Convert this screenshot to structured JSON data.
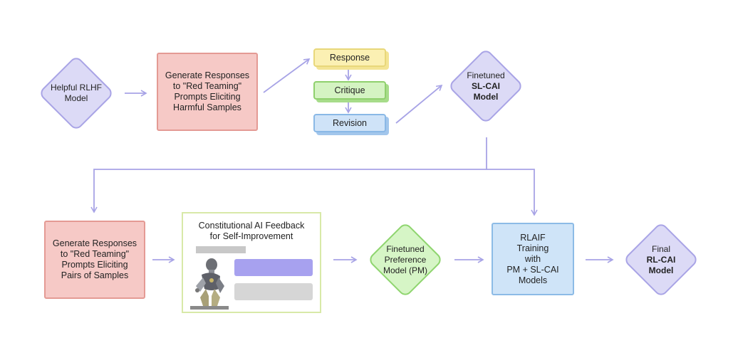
{
  "nodes": {
    "helpful_rlhf": "Helpful RLHF\nModel",
    "generate_harmful": "Generate Responses\nto \"Red Teaming\"\nPrompts Eliciting\nHarmful Samples",
    "response": "Response",
    "critique": "Critique",
    "revision": "Revision",
    "finetuned_sl_cai_line1": "Finetuned",
    "finetuned_sl_cai_line2": "SL-CAI",
    "finetuned_sl_cai_line3": "Model",
    "generate_pairs": "Generate Responses\nto \"Red Teaming\"\nPrompts Eliciting\nPairs of Samples",
    "feedback_title": "Constitutional AI Feedback\nfor Self-Improvement",
    "preference_model": "Finetuned\nPreference\nModel (PM)",
    "rlaif": "RLAIF\nTraining\nwith\nPM + SL-CAI\nModels",
    "final_line1": "Final",
    "final_line2": "RL-CAI",
    "final_line3": "Model"
  },
  "colors": {
    "arrow": "#a7a3e6",
    "purple_fill": "#dcdaf6",
    "red_fill": "#f6c9c6",
    "blue_fill": "#cfe4f8",
    "green_fill": "#d6f5c6",
    "yellow_fill": "#fbf0b3",
    "feedback_bar_gray": "#c8c8c8",
    "feedback_bar_purple": "#a7a1ef",
    "feedback_bar_light": "#d6d6d6"
  },
  "icons": {
    "feedback_image": "robot-thinker-icon"
  }
}
